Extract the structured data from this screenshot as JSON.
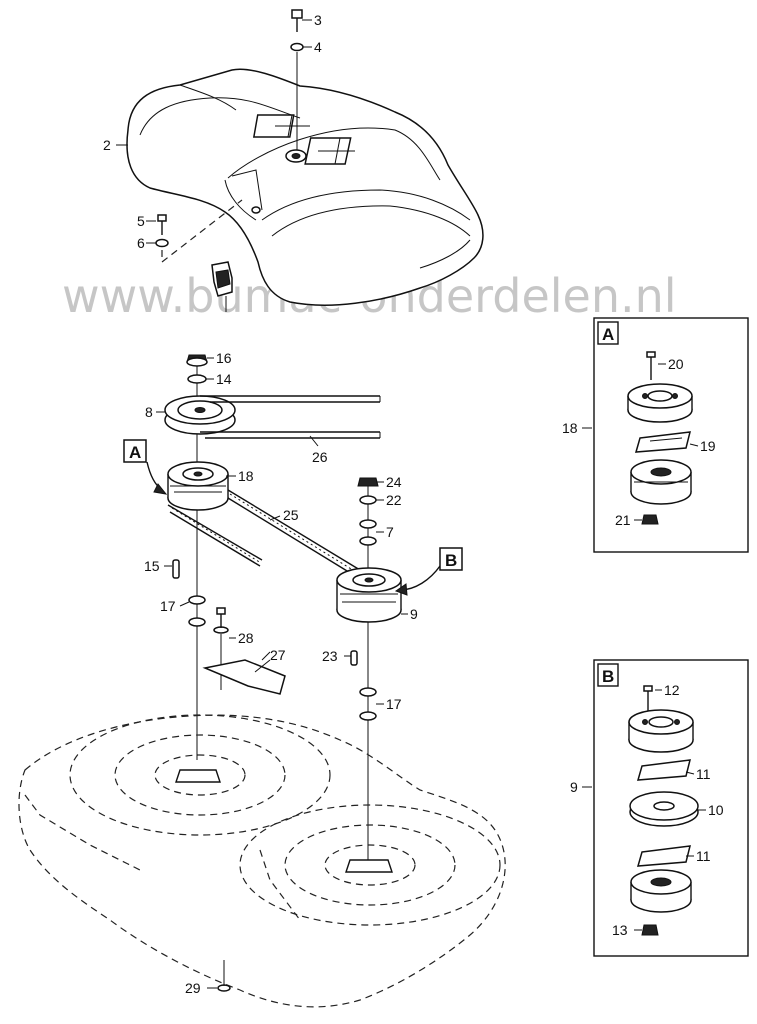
{
  "watermark": "www.bumac-onderdelen.nl",
  "detail_boxes": [
    {
      "letter": "A",
      "assembly_label": "18",
      "part_labels": [
        "20",
        "19",
        "21"
      ]
    },
    {
      "letter": "B",
      "assembly_label": "9",
      "part_labels": [
        "12",
        "11",
        "10",
        "11",
        "13"
      ]
    }
  ],
  "callouts": {
    "A": "A",
    "B": "B"
  },
  "part_labels": [
    "3",
    "4",
    "2",
    "5",
    "6",
    "16",
    "14",
    "8",
    "26",
    "18",
    "25",
    "24",
    "22",
    "7",
    "15",
    "17",
    "9",
    "28",
    "27",
    "23",
    "17",
    "29"
  ]
}
